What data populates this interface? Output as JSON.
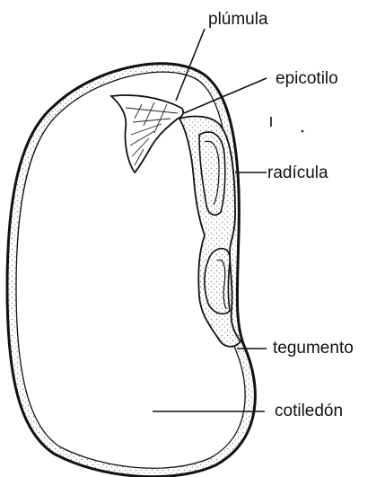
{
  "labels": {
    "plumula": "plúmula",
    "epicotilo": "epicotilo",
    "radicula": "radícula",
    "tegumento": "tegumento",
    "cotiledon": "cotiledón"
  },
  "colors": {
    "ink": "#111111",
    "background": "#ffffff",
    "seed_fill": "#ffffff"
  }
}
